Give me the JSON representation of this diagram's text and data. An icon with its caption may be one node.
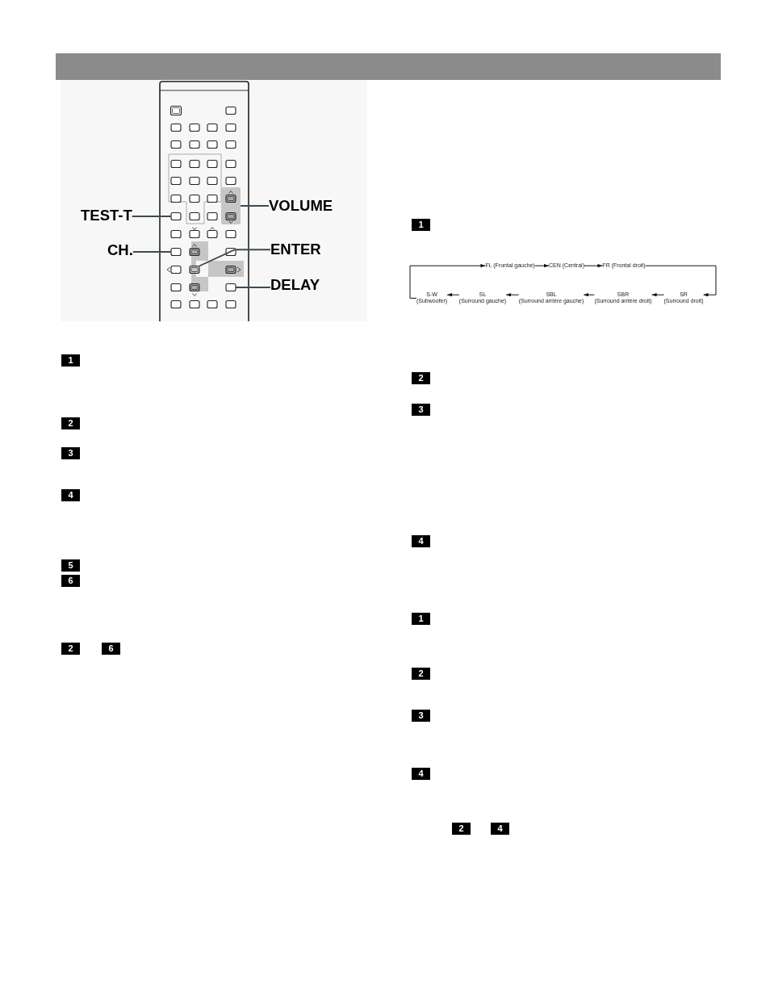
{
  "diagram": {
    "nodes": [
      {
        "text": [
          "TEST-T"
        ]
      },
      {
        "text": [
          "VOLUME"
        ]
      },
      {
        "text": [
          "CH."
        ]
      },
      {
        "text": [
          "ENTER"
        ]
      },
      {
        "text": [
          "DELAY"
        ]
      },
      {
        "text": [],
        "shape": "box"
      },
      {
        "text": [],
        "shape": "box"
      },
      {
        "text": [],
        "shape": "box"
      },
      {
        "text": [],
        "shape": "box"
      },
      {
        "text": [],
        "shape": "box"
      },
      {
        "text": [
          "FL (Frontal gauche)"
        ]
      },
      {
        "text": [
          "CEN (Central)"
        ]
      },
      {
        "text": [
          "FR (Frontal droit)"
        ]
      },
      {
        "text": [
          "SR",
          "(Surround droit)"
        ]
      },
      {
        "text": [
          "SBR",
          "(Surround arrière droit)"
        ]
      },
      {
        "text": [
          "SBL",
          "(Surround arrière gauche)"
        ]
      },
      {
        "text": [
          "SL",
          "(Surround gauche)"
        ]
      },
      {
        "text": [
          "S-W",
          "(Subwoofer)"
        ]
      }
    ],
    "edges": [
      {
        "from": 0,
        "to": 5,
        "arrow": "none",
        "color": "#3c4b55"
      },
      {
        "from": 1,
        "to": 6,
        "arrow": "none",
        "color": "#3c4b55"
      },
      {
        "from": 2,
        "to": 7,
        "arrow": "none",
        "color": "#3c4b55"
      },
      {
        "from": 3,
        "to": 8,
        "arrow": "none",
        "color": "#3c4b55"
      },
      {
        "from": 4,
        "to": 9,
        "arrow": "none",
        "color": "#3c4b55"
      },
      {
        "from": 10,
        "to": 11,
        "arrow": "to"
      },
      {
        "from": 11,
        "to": 12,
        "arrow": "to"
      },
      {
        "from": 12,
        "to": 13,
        "arrow": "to"
      },
      {
        "from": 13,
        "to": 14,
        "arrow": "to"
      },
      {
        "from": 14,
        "to": 15,
        "arrow": "to"
      },
      {
        "from": 15,
        "to": 16,
        "arrow": "to"
      },
      {
        "from": 16,
        "to": 17,
        "arrow": "to"
      },
      {
        "from": 17,
        "to": 10,
        "arrow": "to"
      }
    ],
    "labels": [
      "1",
      "2",
      "3",
      "4",
      "5",
      "6",
      "2",
      "6",
      "1",
      "2",
      "3",
      "4",
      "1",
      "2",
      "3",
      "4",
      "2",
      "4"
    ]
  }
}
